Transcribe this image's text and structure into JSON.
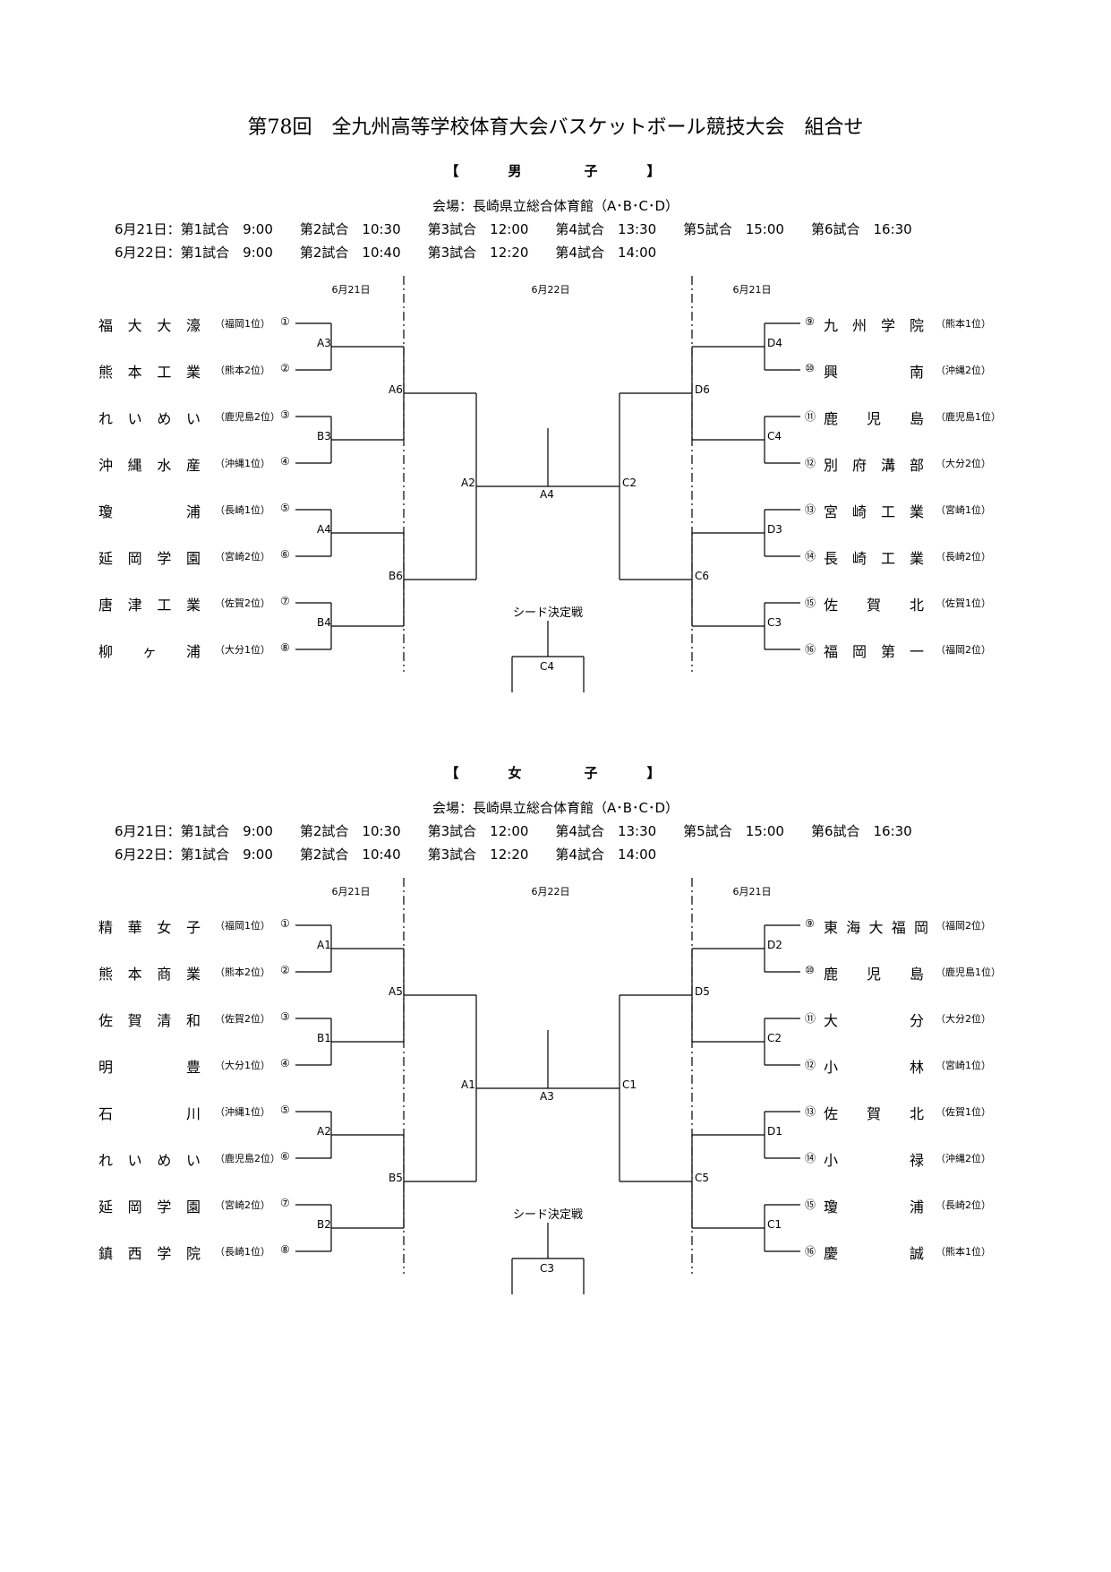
{
  "title": "第78回　全九州高等学校体育大会バスケットボール競技大会　組合せ",
  "sections": [
    {
      "heading": {
        "l": "【",
        "a": "男",
        "b": "子",
        "r": "】"
      },
      "venue": "会場：長崎県立総合体育館（A･B･C･D）",
      "schedule": [
        "6月21日：第1試合　9:00　　第2試合　10:30　　第3試合　12:00　　第4試合　13:30　　第5試合　15:00　　第6試合　16:30",
        "6月22日：第1試合　9:00　　第2試合　10:40　　第3試合　12:20　　第4試合　14:00"
      ],
      "days": [
        "6月21日",
        "6月22日",
        "6月21日"
      ],
      "left_teams": [
        {
          "name": "福大大濠",
          "pref": "（福岡1位）",
          "num": "①"
        },
        {
          "name": "熊本工業",
          "pref": "（熊本2位）",
          "num": "②"
        },
        {
          "name": "れいめい",
          "pref": "（鹿児島2位）",
          "num": "③"
        },
        {
          "name": "沖縄水産",
          "pref": "（沖縄1位）",
          "num": "④"
        },
        {
          "name": "瓊浦",
          "pref": "（長崎1位）",
          "num": "⑤"
        },
        {
          "name": "延岡学園",
          "pref": "（宮崎2位）",
          "num": "⑥"
        },
        {
          "name": "唐津工業",
          "pref": "（佐賀2位）",
          "num": "⑦"
        },
        {
          "name": "柳ヶ浦",
          "pref": "（大分1位）",
          "num": "⑧"
        }
      ],
      "right_teams": [
        {
          "num": "⑨",
          "name": "九州学院",
          "pref": "（熊本1位）"
        },
        {
          "num": "⑩",
          "name": "興南",
          "pref": "（沖縄2位）"
        },
        {
          "num": "⑪",
          "name": "鹿児島",
          "pref": "（鹿児島1位）"
        },
        {
          "num": "⑫",
          "name": "別府溝部",
          "pref": "（大分2位）"
        },
        {
          "num": "⑬",
          "name": "宮崎工業",
          "pref": "（宮崎1位）"
        },
        {
          "num": "⑭",
          "name": "長崎工業",
          "pref": "（長崎2位）"
        },
        {
          "num": "⑮",
          "name": "佐賀北",
          "pref": "（佐賀1位）"
        },
        {
          "num": "⑯",
          "name": "福岡第一",
          "pref": "（福岡2位）"
        }
      ],
      "r1_left": [
        "A3",
        "B3",
        "A4",
        "B4"
      ],
      "r2_left": [
        "A6",
        "B6"
      ],
      "semi_left": "A2",
      "final": "A4",
      "semi_right": "C2",
      "r2_right": [
        "D6",
        "C6"
      ],
      "r1_right": [
        "D4",
        "C4",
        "D3",
        "C3"
      ],
      "seed_label": "シード決定戦",
      "seed_court": "C4"
    },
    {
      "heading": {
        "l": "【",
        "a": "女",
        "b": "子",
        "r": "】"
      },
      "venue": "会場：長崎県立総合体育館（A･B･C･D）",
      "schedule": [
        "6月21日：第1試合　9:00　　第2試合　10:30　　第3試合　12:00　　第4試合　13:30　　第5試合　15:00　　第6試合　16:30",
        "6月22日：第1試合　9:00　　第2試合　10:40　　第3試合　12:20　　第4試合　14:00"
      ],
      "days": [
        "6月21日",
        "6月22日",
        "6月21日"
      ],
      "left_teams": [
        {
          "name": "精華女子",
          "pref": "（福岡1位）",
          "num": "①"
        },
        {
          "name": "熊本商業",
          "pref": "（熊本2位）",
          "num": "②"
        },
        {
          "name": "佐賀清和",
          "pref": "（佐賀2位）",
          "num": "③"
        },
        {
          "name": "明豊",
          "pref": "（大分1位）",
          "num": "④"
        },
        {
          "name": "石川",
          "pref": "（沖縄1位）",
          "num": "⑤"
        },
        {
          "name": "れいめい",
          "pref": "（鹿児島2位）",
          "num": "⑥"
        },
        {
          "name": "延岡学園",
          "pref": "（宮崎2位）",
          "num": "⑦"
        },
        {
          "name": "鎮西学院",
          "pref": "（長崎1位）",
          "num": "⑧"
        }
      ],
      "right_teams": [
        {
          "num": "⑨",
          "name": "東海大福岡",
          "pref": "（福岡2位）"
        },
        {
          "num": "⑩",
          "name": "鹿児島",
          "pref": "（鹿児島1位）"
        },
        {
          "num": "⑪",
          "name": "大分",
          "pref": "（大分2位）"
        },
        {
          "num": "⑫",
          "name": "小林",
          "pref": "（宮崎1位）"
        },
        {
          "num": "⑬",
          "name": "佐賀北",
          "pref": "（佐賀1位）"
        },
        {
          "num": "⑭",
          "name": "小禄",
          "pref": "（沖縄2位）"
        },
        {
          "num": "⑮",
          "name": "瓊浦",
          "pref": "（長崎2位）"
        },
        {
          "num": "⑯",
          "name": "慶誠",
          "pref": "（熊本1位）"
        }
      ],
      "r1_left": [
        "A1",
        "B1",
        "A2",
        "B2"
      ],
      "r2_left": [
        "A5",
        "B5"
      ],
      "semi_left": "A1",
      "final": "A3",
      "semi_right": "C1",
      "r2_right": [
        "D5",
        "C5"
      ],
      "r1_right": [
        "D2",
        "C2",
        "D1",
        "C1"
      ],
      "seed_label": "シード決定戦",
      "seed_court": "C3"
    }
  ]
}
